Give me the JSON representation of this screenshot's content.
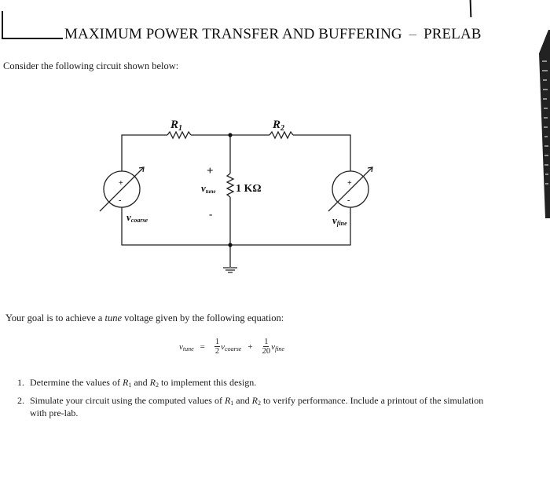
{
  "header": {
    "title": "MAXIMUM POWER TRANSFER AND BUFFERING",
    "title_separator": "–",
    "title_suffix": "PRELAB"
  },
  "intro_text": "Consider the following circuit shown below:",
  "circuit": {
    "r1_label": "R",
    "r1_sub": "1",
    "r2_label": "R",
    "r2_sub": "2",
    "load_label": "1 KΩ",
    "tune_label": "v",
    "tune_sub": "tune",
    "tune_plus": "+",
    "tune_minus": "-",
    "coarse_label": "v",
    "coarse_sub": "coarse",
    "fine_label": "v",
    "fine_sub": "fine",
    "source_plus": "+",
    "source_minus": "-"
  },
  "goal": {
    "before": "Your goal is to achieve a ",
    "emph": "tune",
    "after": " voltage given by the following equation:"
  },
  "equation": {
    "lhs_var": "v",
    "lhs_sub": "tune",
    "equals": "=",
    "term1_num": "1",
    "term1_den": "2",
    "term1_var": "v",
    "term1_sub": "coarse",
    "plus": "+",
    "term2_num": "1",
    "term2_den": "20",
    "term2_var": "v",
    "term2_sub": "fine"
  },
  "tasks": [
    {
      "number": "1.",
      "part1": "Determine the values of ",
      "r1": "R",
      "r1_sub": "1",
      "part2": " and ",
      "r2": "R",
      "r2_sub": "2",
      "part3": " to implement this design."
    },
    {
      "number": "2.",
      "part1": "Simulate your circuit using the computed values of ",
      "r1": "R",
      "r1_sub": "1",
      "part2": " and ",
      "r2": "R",
      "r2_sub": "2",
      "part3": " to verify performance. Include a printout of the simulation with pre-lab."
    }
  ]
}
